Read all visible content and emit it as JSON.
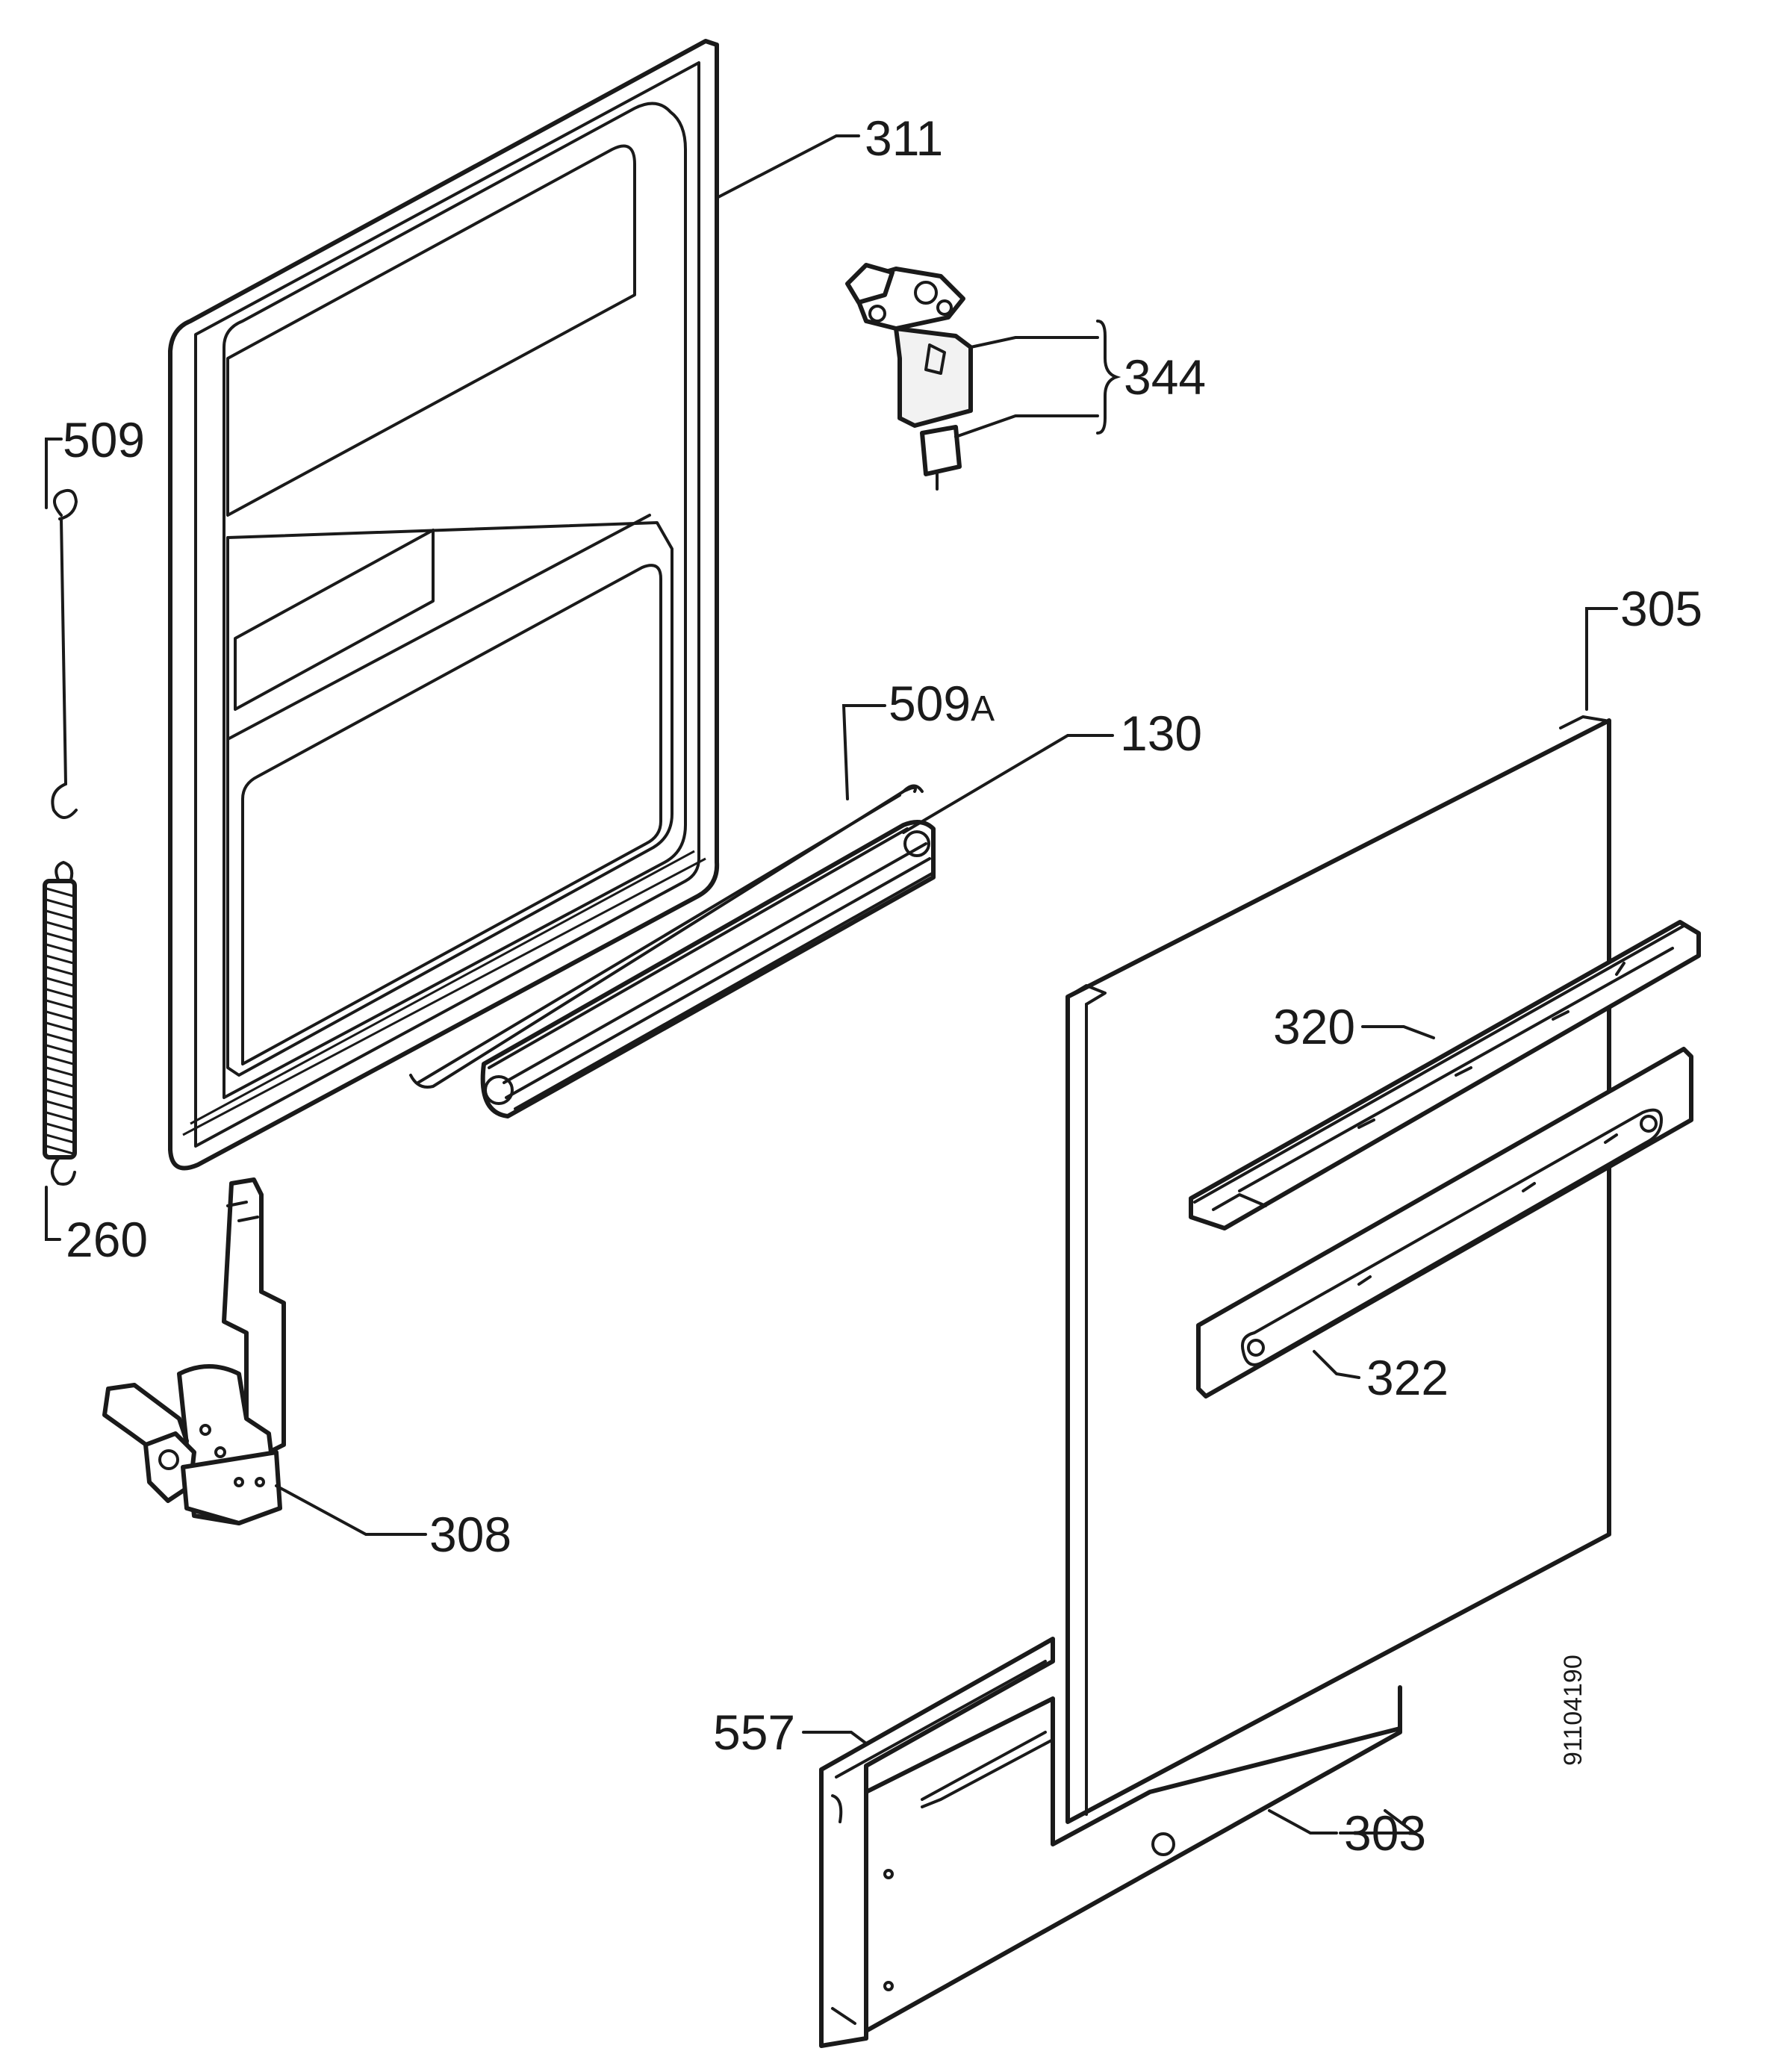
{
  "labels": {
    "p311": "311",
    "p344": "344",
    "p509": "509",
    "p509a_num": "509",
    "p509a_suffix": "A",
    "p130": "130",
    "p305": "305",
    "p320": "320",
    "p322": "322",
    "p260": "260",
    "p308": "308",
    "p557": "557",
    "p303": "303"
  },
  "document_number": "91104190",
  "colors": {
    "line": "#1a1a1a",
    "background": "#ffffff",
    "shade": "#f2f2f2"
  }
}
